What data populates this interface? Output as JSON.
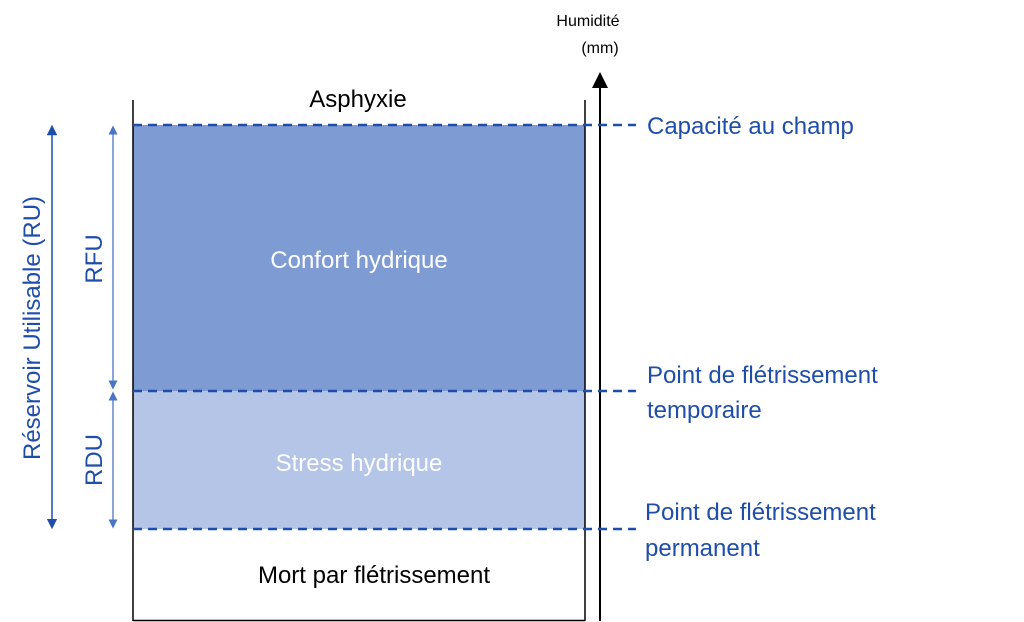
{
  "axis": {
    "title_line1": "Humidité",
    "title_line2": "(mm)"
  },
  "zones": {
    "top": "Asphyxie",
    "rfu_zone": "Confort hydrique",
    "rdu_zone": "Stress hydrique",
    "bottom": "Mort par flétrissement"
  },
  "thresholds": {
    "field_capacity": "Capacité au champ",
    "temporary_wilting_line1": "Point de flétrissement",
    "temporary_wilting_line2": "temporaire",
    "permanent_wilting_line1": "Point de flétrissement",
    "permanent_wilting_line2": "permanent"
  },
  "brackets": {
    "ru": "Réservoir Utilisable (RU)",
    "rfu": "RFU",
    "rdu": "RDU"
  },
  "colors": {
    "rfu_fill": "#7f9bd4",
    "rdu_fill": "#b4c5e8",
    "accent": "#1f4eaa",
    "bracket_line": "#4a74c7",
    "text_dark": "#000000",
    "text_light": "#ffffff"
  }
}
